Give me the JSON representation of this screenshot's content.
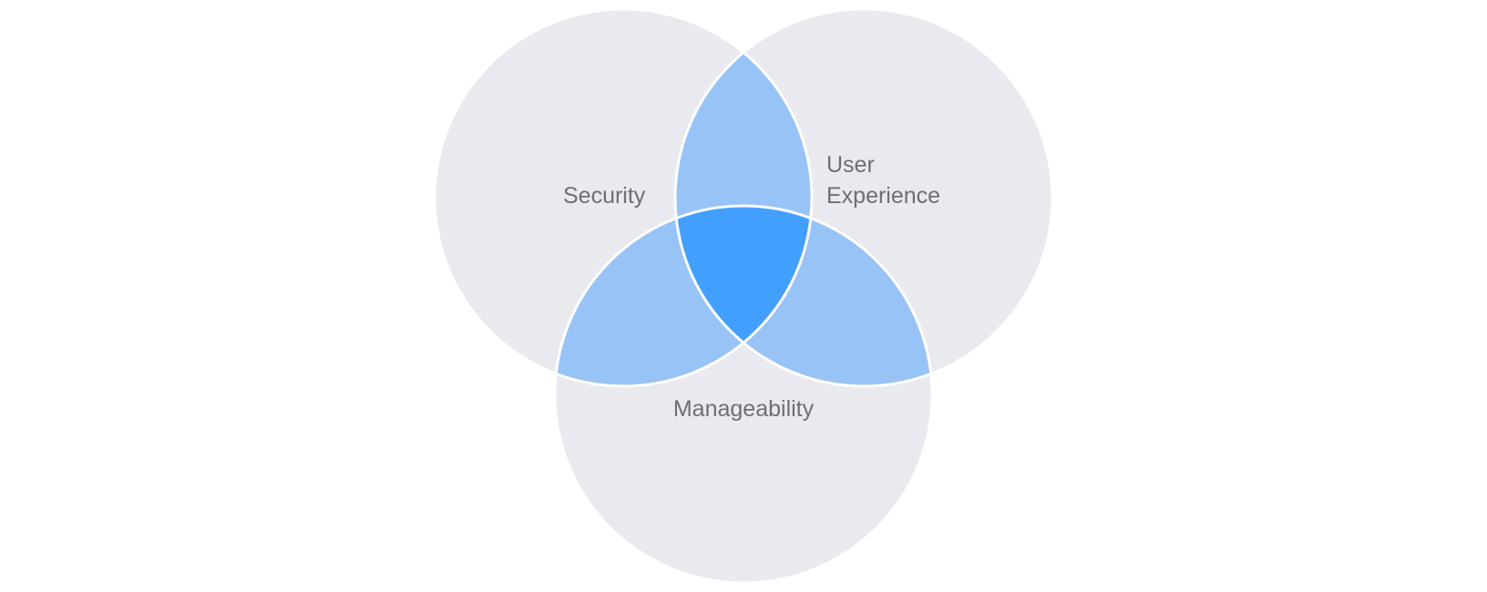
{
  "diagram": {
    "type": "venn-3",
    "sets": [
      {
        "id": "security",
        "label_lines": [
          "Security"
        ]
      },
      {
        "id": "user-experience",
        "label_lines": [
          "User",
          "Experience"
        ]
      },
      {
        "id": "manageability",
        "label_lines": [
          "Manageability"
        ]
      }
    ]
  },
  "colors": {
    "circle_fill": "#e9eaef",
    "pair_overlap_fill": "#98c3f7",
    "center_overlap_fill": "#429ffd",
    "outline": "#ffffff",
    "label_text": "#6e6e73"
  }
}
